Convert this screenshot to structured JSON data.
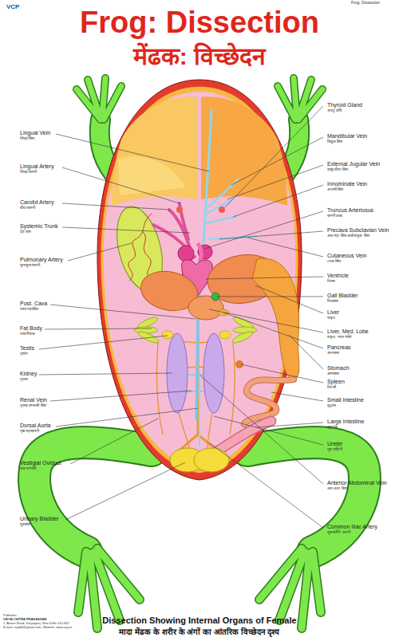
{
  "diagram": {
    "title": "Frog: Dissection",
    "caption": "Dissection Showing Internal Organs of Female",
    "labels": [
      "VCP",
      "Frog: Dissection",
      "मेंढक: विच्छेदन",
      "Lingual Vein",
      "जिव्हा शिरा",
      "Lingual Artery",
      "जिव्हा धमनी",
      "Carotid Artery",
      "ग्रीवा धमनी",
      "Systemic Trunk",
      "देह चाप",
      "Pulmonary Artery",
      "फुफ्फुस धमनी",
      "Post. Cava",
      "पश्च महाशिरा",
      "Fat Body",
      "वसा पिंडक",
      "Testis",
      "वृषण",
      "Kidney",
      "वृक्क",
      "Renal Vein",
      "वृक्क सम्बन्धी शिरा",
      "Dorsal Aorta",
      "पृष्ठ महाधमनी",
      "Vestigial Oviduct",
      "अंड प्रणाली",
      "Urinary Bladder",
      "मूत्राशय",
      "Thyroid Gland",
      "अवटु ग्रंथि",
      "Mandibular Vein",
      "चिबुक शिरा",
      "External Jugular Vein",
      "बाह्य ग्रीवा शिरा",
      "Innominate Vein",
      "अनामी शिरा",
      "Truncus Arteriosus",
      "धमनी कांड",
      "Precava Subclavian Vein",
      "अग्र महा शिरा अधोजत्रुक शिरा",
      "Cutaneous Vein",
      "त्वक शिरा",
      "Ventricle",
      "निलय",
      "Gall Bladder",
      "पित्ताशय",
      "Liver",
      "यकृत",
      "Liver, Med. Lobe",
      "यकृत, मध्य पालि",
      "Pancreas",
      "अग्नाशय",
      "Stomach",
      "आमाशय",
      "Spleen",
      "तिल्ली",
      "Small Intestine",
      "क्षुद्रांत्र",
      "Large Intestine",
      "बृहदांत्र",
      "Ureter",
      "मूत्र वाहिनी",
      "Anterior Abdominal Vein",
      "अग्र उदर शिरा",
      "Common Iliac Artery",
      "मूल श्रोणि धमनी",
      "मादा मेंढक के शरीर के अंगों का आंतरिक विच्छेदन दृश्य",
      "Publisher:",
      "VIDYA CHITRA PRAKASHAN",
      "1, Ansari Road, Daryaganj, New Delhi 110 002",
      "E-mail: vcpdel@gmail.com, Website: www.vcp.in"
    ]
  }
}
